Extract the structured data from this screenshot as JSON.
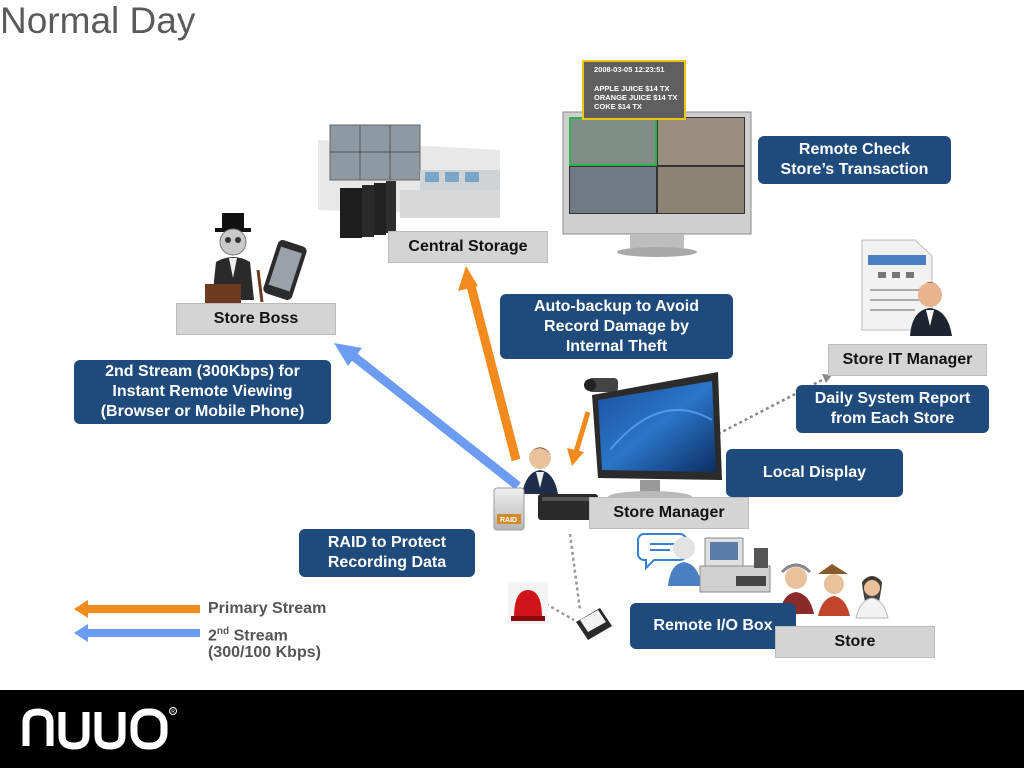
{
  "title": "Normal Day",
  "labels": {
    "central_storage": "Central Storage",
    "store_boss": "Store Boss",
    "store_it_manager": "Store IT Manager",
    "store_manager": "Store Manager",
    "store": "Store"
  },
  "callouts": {
    "remote_check": "Remote Check\nStore’s Transaction",
    "auto_backup": "Auto-backup to Avoid\nRecord Damage by\nInternal Theft",
    "second_stream": "2nd Stream (300Kbps) for\nInstant Remote Viewing\n(Browser or Mobile Phone)",
    "daily_report": "Daily System Report\nfrom Each Store",
    "local_display": "Local Display",
    "raid": "RAID to Protect\nRecording Data",
    "remote_io": "Remote I/O Box"
  },
  "receipt": {
    "timestamp": "2008-03-05 12:23:51",
    "line1": "APPLE JUICE $14 TX",
    "line2": "ORANGE JUICE $14 TX",
    "line3": "COKE $14 TX"
  },
  "raid_badge": "RAID",
  "legend": {
    "primary": "Primary Stream",
    "second_prefix": "2",
    "second_sup": "nd",
    "second_suffix": " Stream",
    "second_detail": "(300/100 Kbps)"
  },
  "colors": {
    "primary_stream": "#f28a1e",
    "second_stream": "#6b9cf2",
    "callout": "#1f4a7c",
    "label_gray": "#d4d4d4",
    "footer": "#000000"
  },
  "footer": {
    "logo": "NUUO"
  }
}
